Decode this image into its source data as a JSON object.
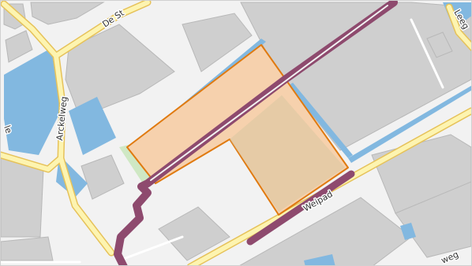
{
  "map": {
    "colors": {
      "background": "#f2f2f2",
      "building": "#cfcfcf",
      "water": "#82b8e0",
      "road_fill": "#fdf4b0",
      "road_casing": "#e6c25a",
      "greenery": "#cfe8c4",
      "parcel_fill": "#f6d1ad",
      "parcel_outline": "#e07a10",
      "route": "#8e4a6e",
      "route_inner": "#f2f2f2"
    },
    "labels": {
      "street_de_st": "De St",
      "street_arckelweg": "Arckelweg",
      "street_weipad": "Weipad",
      "street_leeg": "Leeg",
      "street_weg": "weg",
      "street_edge_left": "le"
    }
  }
}
